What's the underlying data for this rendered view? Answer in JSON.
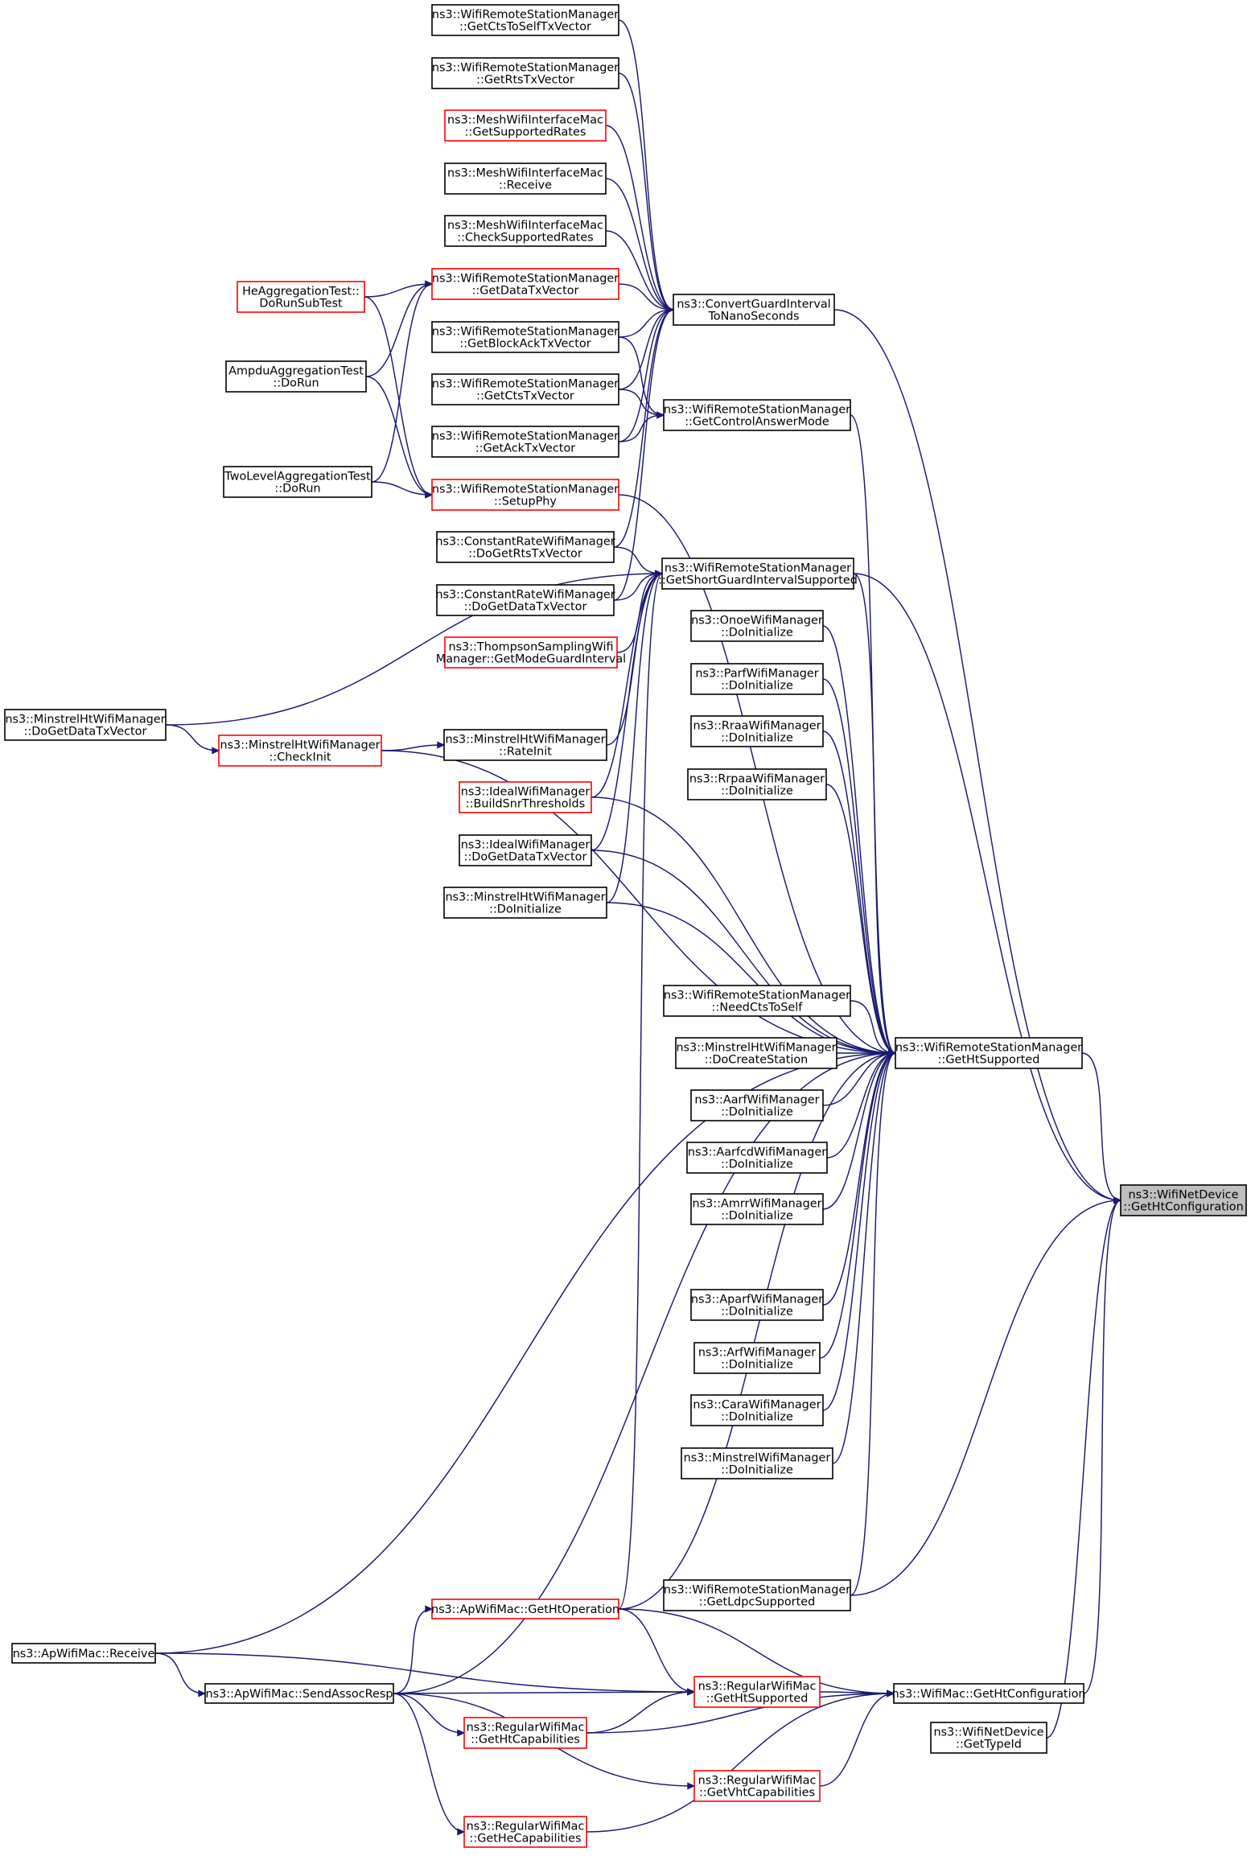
{
  "colors": {
    "edge": "#191970",
    "black_border": "#000000",
    "red_border": "#ff0000",
    "focus_fill": "#bfbfbf"
  },
  "nodes": [
    {
      "id": "n_cts_self",
      "lines": [
        "ns3::WifiRemoteStationManager",
        "::GetCtsToSelfTxVector"
      ],
      "border": "black"
    },
    {
      "id": "n_rts_tx",
      "lines": [
        "ns3::WifiRemoteStationManager",
        "::GetRtsTxVector"
      ],
      "border": "black"
    },
    {
      "id": "n_mesh_rates",
      "lines": [
        "ns3::MeshWifiInterfaceMac",
        "::GetSupportedRates"
      ],
      "border": "red"
    },
    {
      "id": "n_mesh_recv",
      "lines": [
        "ns3::MeshWifiInterfaceMac",
        "::Receive"
      ],
      "border": "black"
    },
    {
      "id": "n_mesh_check",
      "lines": [
        "ns3::MeshWifiInterfaceMac",
        "::CheckSupportedRates"
      ],
      "border": "black"
    },
    {
      "id": "n_data_tx",
      "lines": [
        "ns3::WifiRemoteStationManager",
        "::GetDataTxVector"
      ],
      "border": "red"
    },
    {
      "id": "n_heagg",
      "lines": [
        "HeAggregationTest::",
        "DoRunSubTest"
      ],
      "border": "red"
    },
    {
      "id": "n_convert",
      "lines": [
        "ns3::ConvertGuardInterval",
        "ToNanoSeconds"
      ],
      "border": "black"
    },
    {
      "id": "n_blockack",
      "lines": [
        "ns3::WifiRemoteStationManager",
        "::GetBlockAckTxVector"
      ],
      "border": "black"
    },
    {
      "id": "n_ampdu",
      "lines": [
        "AmpduAggregationTest",
        "::DoRun"
      ],
      "border": "black"
    },
    {
      "id": "n_cts_tx",
      "lines": [
        "ns3::WifiRemoteStationManager",
        "::GetCtsTxVector"
      ],
      "border": "black"
    },
    {
      "id": "n_ctrl_ans",
      "lines": [
        "ns3::WifiRemoteStationManager",
        "::GetControlAnswerMode"
      ],
      "border": "black"
    },
    {
      "id": "n_ack_tx",
      "lines": [
        "ns3::WifiRemoteStationManager",
        "::GetAckTxVector"
      ],
      "border": "black"
    },
    {
      "id": "n_twolevel",
      "lines": [
        "TwoLevelAggregationTest",
        "::DoRun"
      ],
      "border": "black"
    },
    {
      "id": "n_setup_phy",
      "lines": [
        "ns3::WifiRemoteStationManager",
        "::SetupPhy"
      ],
      "border": "red"
    },
    {
      "id": "n_const_rts",
      "lines": [
        "ns3::ConstantRateWifiManager",
        "::DoGetRtsTxVector"
      ],
      "border": "black"
    },
    {
      "id": "n_short_gi",
      "lines": [
        "ns3::WifiRemoteStationManager",
        "::GetShortGuardIntervalSupported"
      ],
      "border": "black"
    },
    {
      "id": "n_const_data",
      "lines": [
        "ns3::ConstantRateWifiManager",
        "::DoGetDataTxVector"
      ],
      "border": "black"
    },
    {
      "id": "n_onoe",
      "lines": [
        "ns3::OnoeWifiManager",
        "::DoInitialize"
      ],
      "border": "black"
    },
    {
      "id": "n_thompson",
      "lines": [
        "ns3::ThompsonSamplingWifi",
        "Manager::GetModeGuardInterval"
      ],
      "border": "red"
    },
    {
      "id": "n_parf",
      "lines": [
        "ns3::ParfWifiManager",
        "::DoInitialize"
      ],
      "border": "black"
    },
    {
      "id": "n_minht_data",
      "lines": [
        "ns3::MinstrelHtWifiManager",
        "::DoGetDataTxVector"
      ],
      "border": "black"
    },
    {
      "id": "n_minht_check",
      "lines": [
        "ns3::MinstrelHtWifiManager",
        "::CheckInit"
      ],
      "border": "red"
    },
    {
      "id": "n_minht_rate",
      "lines": [
        "ns3::MinstrelHtWifiManager",
        "::RateInit"
      ],
      "border": "black"
    },
    {
      "id": "n_rraa",
      "lines": [
        "ns3::RraaWifiManager",
        "::DoInitialize"
      ],
      "border": "black"
    },
    {
      "id": "n_rrpaa",
      "lines": [
        "ns3::RrpaaWifiManager",
        "::DoInitialize"
      ],
      "border": "black"
    },
    {
      "id": "n_ideal_snr",
      "lines": [
        "ns3::IdealWifiManager",
        "::BuildSnrThresholds"
      ],
      "border": "red"
    },
    {
      "id": "n_ideal_data",
      "lines": [
        "ns3::IdealWifiManager",
        "::DoGetDataTxVector"
      ],
      "border": "black"
    },
    {
      "id": "n_minht_init",
      "lines": [
        "ns3::MinstrelHtWifiManager",
        "::DoInitialize"
      ],
      "border": "black"
    },
    {
      "id": "n_need_cts",
      "lines": [
        "ns3::WifiRemoteStationManager",
        "::NeedCtsToSelf"
      ],
      "border": "black"
    },
    {
      "id": "n_minht_create",
      "lines": [
        "ns3::MinstrelHtWifiManager",
        "::DoCreateStation"
      ],
      "border": "black"
    },
    {
      "id": "n_get_ht_sup",
      "lines": [
        "ns3::WifiRemoteStationManager",
        "::GetHtSupported"
      ],
      "border": "black"
    },
    {
      "id": "n_aarf",
      "lines": [
        "ns3::AarfWifiManager",
        "::DoInitialize"
      ],
      "border": "black"
    },
    {
      "id": "n_aarfcd",
      "lines": [
        "ns3::AarfcdWifiManager",
        "::DoInitialize"
      ],
      "border": "black"
    },
    {
      "id": "n_focus",
      "lines": [
        "ns3::WifiNetDevice",
        "::GetHtConfiguration"
      ],
      "border": "focus"
    },
    {
      "id": "n_amrr",
      "lines": [
        "ns3::AmrrWifiManager",
        "::DoInitialize"
      ],
      "border": "black"
    },
    {
      "id": "n_aparf",
      "lines": [
        "ns3::AparfWifiManager",
        "::DoInitialize"
      ],
      "border": "black"
    },
    {
      "id": "n_arf",
      "lines": [
        "ns3::ArfWifiManager",
        "::DoInitialize"
      ],
      "border": "black"
    },
    {
      "id": "n_cara",
      "lines": [
        "ns3::CaraWifiManager",
        "::DoInitialize"
      ],
      "border": "black"
    },
    {
      "id": "n_minstrel",
      "lines": [
        "ns3::MinstrelWifiManager",
        "::DoInitialize"
      ],
      "border": "black"
    },
    {
      "id": "n_ldpc",
      "lines": [
        "ns3::WifiRemoteStationManager",
        "::GetLdpcSupported"
      ],
      "border": "black"
    },
    {
      "id": "n_ap_htop",
      "lines": [
        "ns3::ApWifiMac::GetHtOperation"
      ],
      "border": "red"
    },
    {
      "id": "n_ap_recv",
      "lines": [
        "ns3::ApWifiMac::Receive"
      ],
      "border": "black"
    },
    {
      "id": "n_reg_htsup",
      "lines": [
        "ns3::RegularWifiMac",
        "::GetHtSupported"
      ],
      "border": "red"
    },
    {
      "id": "n_wifimac_ht",
      "lines": [
        "ns3::WifiMac::GetHtConfiguration"
      ],
      "border": "black"
    },
    {
      "id": "n_ap_assoc",
      "lines": [
        "ns3::ApWifiMac::SendAssocResp"
      ],
      "border": "black"
    },
    {
      "id": "n_reg_htcap",
      "lines": [
        "ns3::RegularWifiMac",
        "::GetHtCapabilities"
      ],
      "border": "red"
    },
    {
      "id": "n_typeid",
      "lines": [
        "ns3::WifiNetDevice",
        "::GetTypeId"
      ],
      "border": "black"
    },
    {
      "id": "n_reg_vht",
      "lines": [
        "ns3::RegularWifiMac",
        "::GetVhtCapabilities"
      ],
      "border": "red"
    },
    {
      "id": "n_reg_he",
      "lines": [
        "ns3::RegularWifiMac",
        "::GetHeCapabilities"
      ],
      "border": "red"
    }
  ],
  "edges": [
    [
      "n_cts_self",
      "n_convert"
    ],
    [
      "n_rts_tx",
      "n_convert"
    ],
    [
      "n_mesh_rates",
      "n_convert"
    ],
    [
      "n_mesh_recv",
      "n_convert"
    ],
    [
      "n_mesh_check",
      "n_convert"
    ],
    [
      "n_data_tx",
      "n_convert"
    ],
    [
      "n_blockack",
      "n_convert"
    ],
    [
      "n_cts_tx",
      "n_convert"
    ],
    [
      "n_ack_tx",
      "n_convert"
    ],
    [
      "n_const_rts",
      "n_convert"
    ],
    [
      "n_const_data",
      "n_convert"
    ],
    [
      "n_heagg",
      "n_data_tx"
    ],
    [
      "n_ampdu",
      "n_data_tx"
    ],
    [
      "n_twolevel",
      "n_data_tx"
    ],
    [
      "n_heagg",
      "n_setup_phy"
    ],
    [
      "n_ampdu",
      "n_setup_phy"
    ],
    [
      "n_twolevel",
      "n_setup_phy"
    ],
    [
      "n_blockack",
      "n_ctrl_ans"
    ],
    [
      "n_cts_tx",
      "n_ctrl_ans"
    ],
    [
      "n_ack_tx",
      "n_ctrl_ans"
    ],
    [
      "n_const_rts",
      "n_short_gi"
    ],
    [
      "n_const_data",
      "n_short_gi"
    ],
    [
      "n_thompson",
      "n_short_gi"
    ],
    [
      "n_minht_data",
      "n_short_gi"
    ],
    [
      "n_minht_rate",
      "n_short_gi"
    ],
    [
      "n_ideal_snr",
      "n_short_gi"
    ],
    [
      "n_ideal_data",
      "n_short_gi"
    ],
    [
      "n_minht_init",
      "n_short_gi"
    ],
    [
      "n_ap_htop",
      "n_short_gi"
    ],
    [
      "n_minht_data",
      "n_minht_check"
    ],
    [
      "n_minht_check",
      "n_minht_rate"
    ],
    [
      "n_convert",
      "n_focus"
    ],
    [
      "n_short_gi",
      "n_focus"
    ],
    [
      "n_get_ht_sup",
      "n_focus"
    ],
    [
      "n_wifimac_ht",
      "n_focus"
    ],
    [
      "n_typeid",
      "n_focus"
    ],
    [
      "n_ldpc",
      "n_focus"
    ],
    [
      "n_ctrl_ans",
      "n_get_ht_sup"
    ],
    [
      "n_setup_phy",
      "n_get_ht_sup"
    ],
    [
      "n_short_gi",
      "n_get_ht_sup"
    ],
    [
      "n_onoe",
      "n_get_ht_sup"
    ],
    [
      "n_parf",
      "n_get_ht_sup"
    ],
    [
      "n_rraa",
      "n_get_ht_sup"
    ],
    [
      "n_rrpaa",
      "n_get_ht_sup"
    ],
    [
      "n_ideal_snr",
      "n_get_ht_sup"
    ],
    [
      "n_ideal_data",
      "n_get_ht_sup"
    ],
    [
      "n_minht_init",
      "n_get_ht_sup"
    ],
    [
      "n_minht_check",
      "n_get_ht_sup"
    ],
    [
      "n_need_cts",
      "n_get_ht_sup"
    ],
    [
      "n_minht_create",
      "n_get_ht_sup"
    ],
    [
      "n_aarf",
      "n_get_ht_sup"
    ],
    [
      "n_aarfcd",
      "n_get_ht_sup"
    ],
    [
      "n_amrr",
      "n_get_ht_sup"
    ],
    [
      "n_aparf",
      "n_get_ht_sup"
    ],
    [
      "n_arf",
      "n_get_ht_sup"
    ],
    [
      "n_cara",
      "n_get_ht_sup"
    ],
    [
      "n_minstrel",
      "n_get_ht_sup"
    ],
    [
      "n_ap_recv",
      "n_get_ht_sup"
    ],
    [
      "n_ap_assoc",
      "n_get_ht_sup"
    ],
    [
      "n_ap_htop",
      "n_get_ht_sup"
    ],
    [
      "n_ldpc",
      "n_get_ht_sup"
    ],
    [
      "n_ap_htop",
      "n_wifimac_ht"
    ],
    [
      "n_reg_htsup",
      "n_wifimac_ht"
    ],
    [
      "n_reg_htcap",
      "n_wifimac_ht"
    ],
    [
      "n_reg_vht",
      "n_wifimac_ht"
    ],
    [
      "n_reg_he",
      "n_wifimac_ht"
    ],
    [
      "n_ap_recv",
      "n_reg_htsup"
    ],
    [
      "n_ap_assoc",
      "n_reg_htsup"
    ],
    [
      "n_ap_htop",
      "n_reg_htsup"
    ],
    [
      "n_reg_htcap",
      "n_reg_htsup"
    ],
    [
      "n_ap_assoc",
      "n_ap_htop"
    ],
    [
      "n_ap_recv",
      "n_ap_assoc"
    ],
    [
      "n_ap_assoc",
      "n_reg_htcap"
    ],
    [
      "n_ap_assoc",
      "n_reg_vht"
    ],
    [
      "n_ap_assoc",
      "n_reg_he"
    ]
  ]
}
